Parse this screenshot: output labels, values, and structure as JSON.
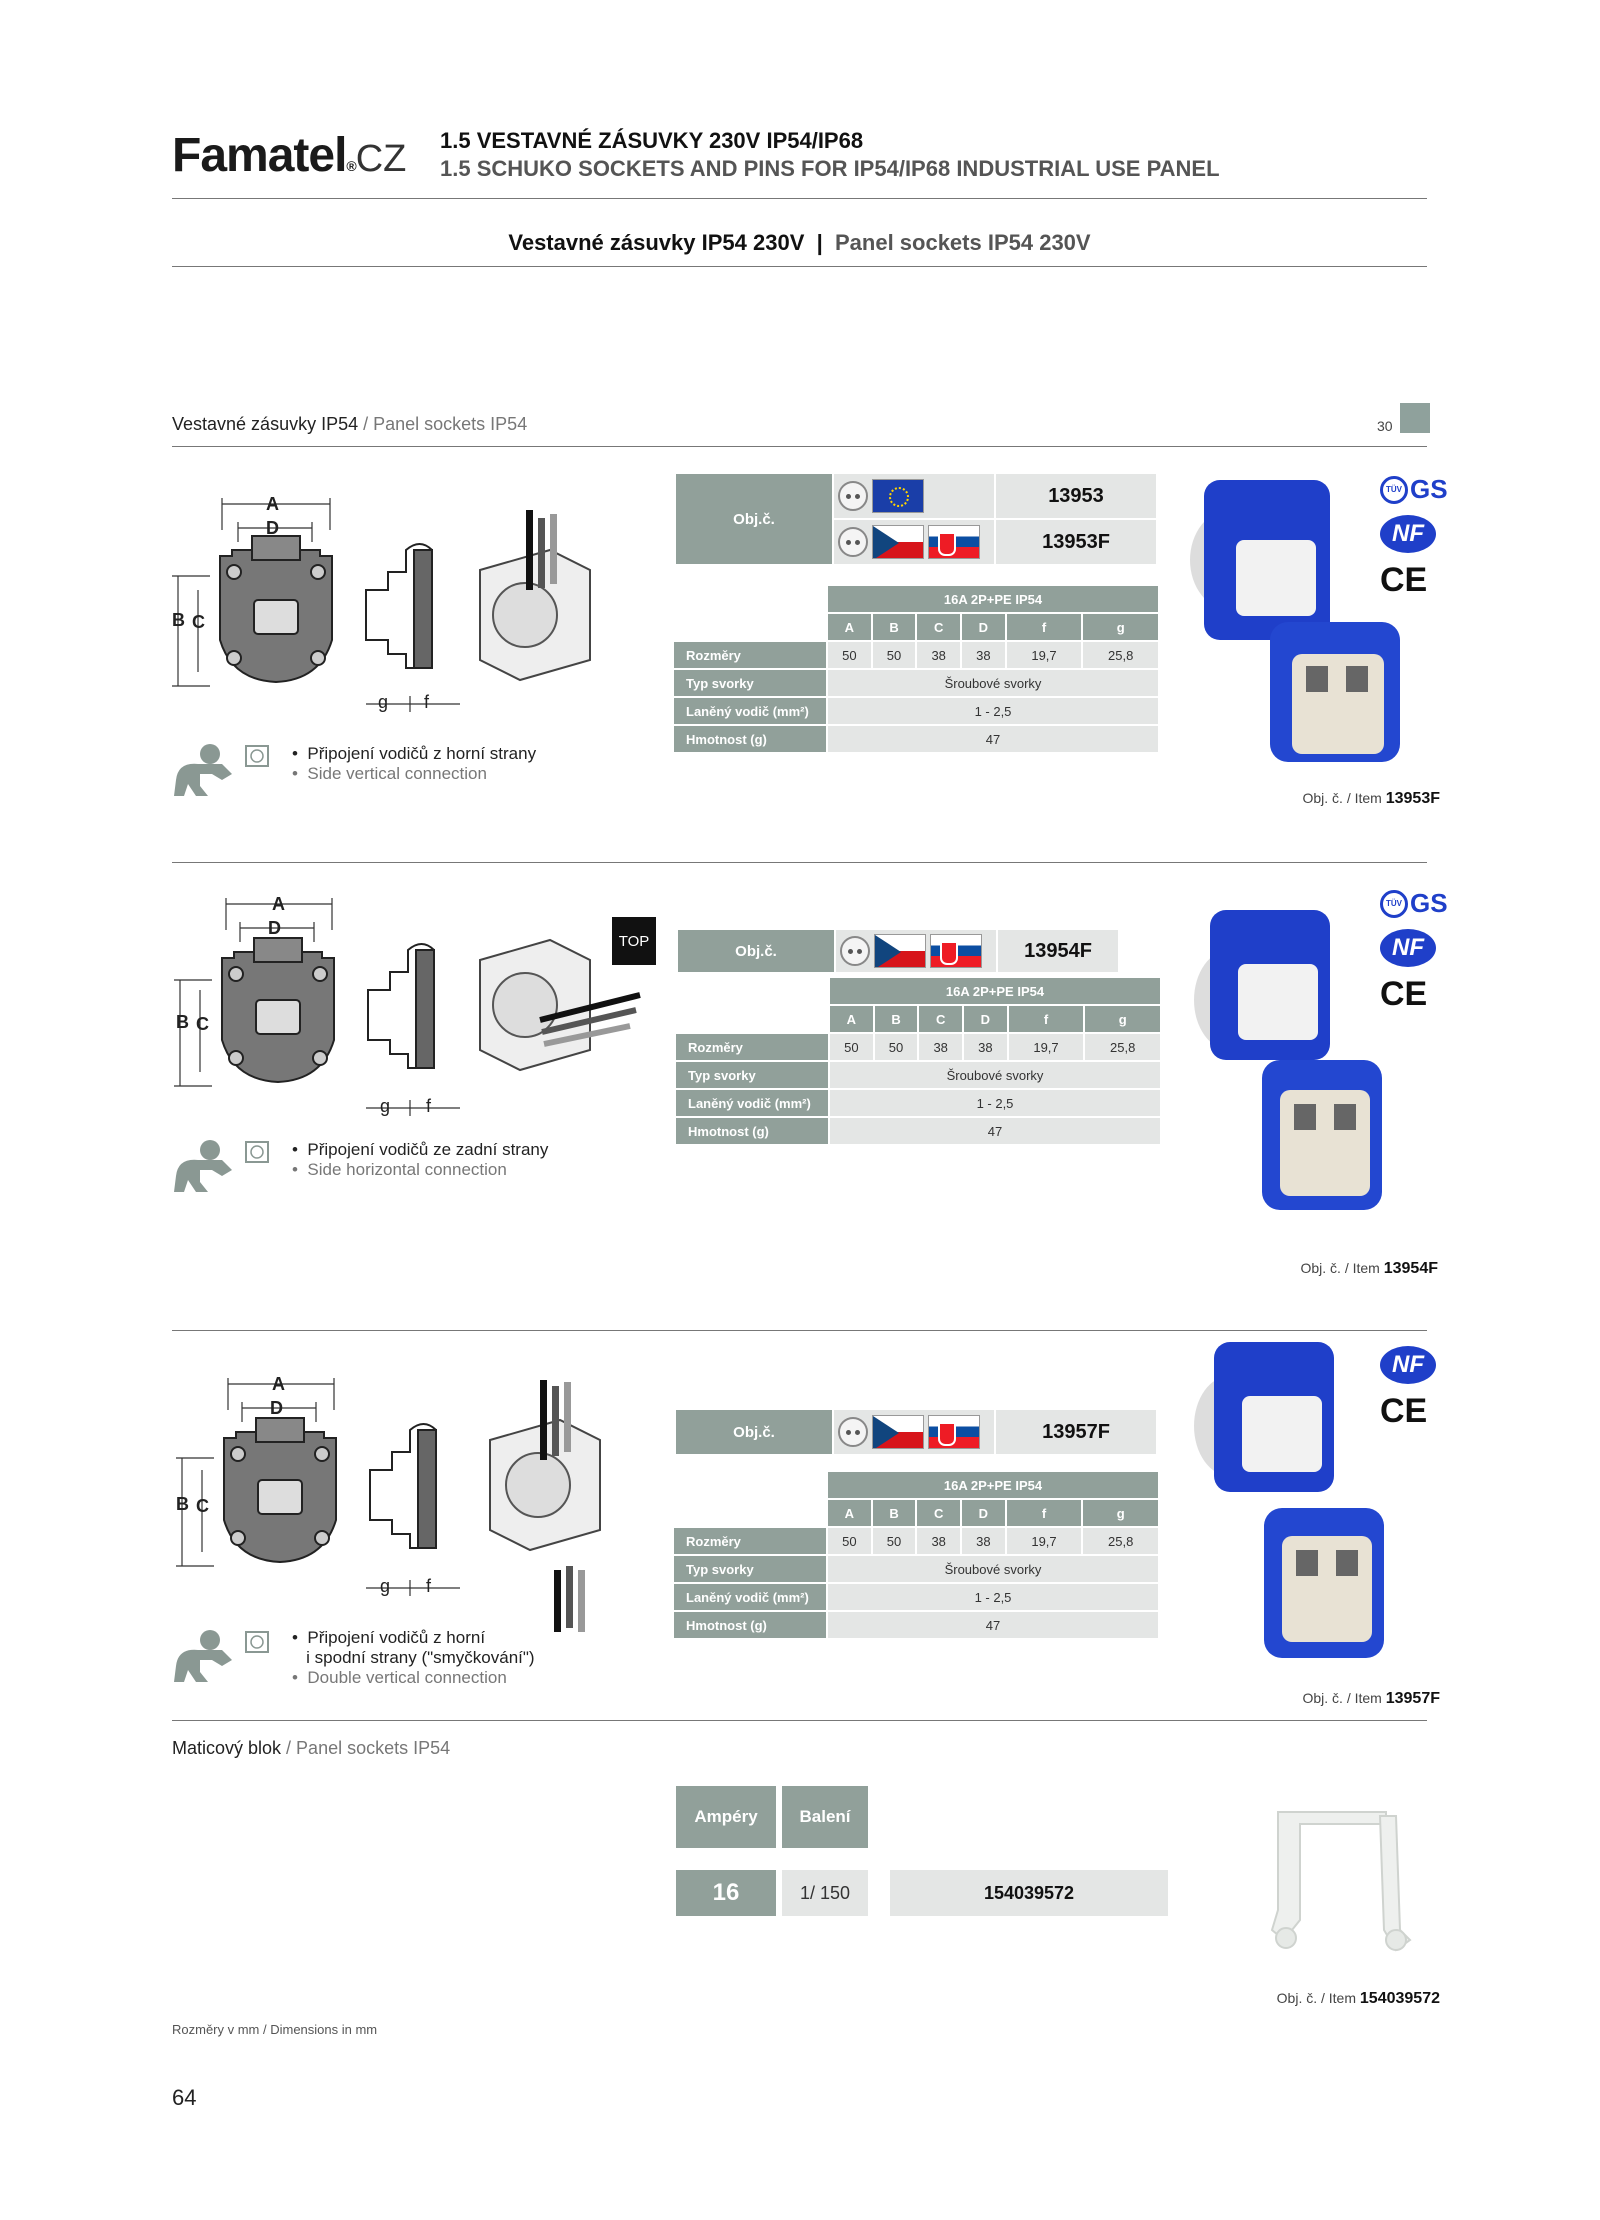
{
  "header": {
    "brand": "Famatel",
    "brand_suffix": "CZ",
    "title_cz": "1.5  VESTAVNÉ ZÁSUVKY 230V IP54/IP68",
    "title_en": "1.5  SCHUKO SOCKETS AND PINS FOR IP54/IP68 INDUSTRIAL USE PANEL"
  },
  "subtitle": {
    "cz": "Vestavné zásuvky IP54 230V",
    "sep": "  |  ",
    "en": "Panel sockets IP54 230V"
  },
  "section1": {
    "cz": "Vestavné zásuvky IP54",
    "en": " / Panel sockets IP54",
    "page": "30"
  },
  "labels": {
    "objc": "Obj.č.",
    "spec_head": "16A 2P+PE IP54",
    "cols": [
      "A",
      "B",
      "C",
      "D",
      "f",
      "g"
    ],
    "rows": [
      "Rozměry",
      "Typ svorky",
      "Laněný vodič (mm²)",
      "Hmotnost (g)"
    ],
    "top": "TOP",
    "dims": {
      "A": "A",
      "B": "B",
      "C": "C",
      "D": "D",
      "f": "f",
      "g": "g"
    },
    "item_prefix": "Obj. č. / Item "
  },
  "products": [
    {
      "codes": [
        "13953",
        "13953F"
      ],
      "dims": [
        "50",
        "50",
        "38",
        "38",
        "19,7",
        "25,8"
      ],
      "terminal": "Šroubové svorky",
      "wire": "1 - 2,5",
      "weight": "47",
      "bullet_cz": "Připojení vodičů z horní strany",
      "bullet_en": "Side vertical connection",
      "item": "13953F"
    },
    {
      "codes": [
        "13954F"
      ],
      "dims": [
        "50",
        "50",
        "38",
        "38",
        "19,7",
        "25,8"
      ],
      "terminal": "Šroubové svorky",
      "wire": "1 - 2,5",
      "weight": "47",
      "bullet_cz": "Připojení vodičů ze zadní strany",
      "bullet_en": "Side horizontal connection",
      "item": "13954F"
    },
    {
      "codes": [
        "13957F"
      ],
      "dims": [
        "50",
        "50",
        "38",
        "38",
        "19,7",
        "25,8"
      ],
      "terminal": "Šroubové svorky",
      "wire": "1 - 2,5",
      "weight": "47",
      "bullet_cz": "Připojení vodičů z horní",
      "bullet_cz2": "i spodní strany (\"smyčkování\")",
      "bullet_en": "Double vertical connection",
      "item": "13957F"
    }
  ],
  "certs": {
    "tuv": "TÜV",
    "gs": "GS",
    "nf": "NF",
    "ce": "CE"
  },
  "section2": {
    "cz": "Maticový blok",
    "en": " / Panel sockets IP54",
    "col1": "Ampéry",
    "col2": "Balení",
    "amp": "16",
    "pack": "1/ 150",
    "code": "154039572",
    "item": "154039572"
  },
  "footer": {
    "note_cz": "Rozměry v mm",
    "note_en": " / Dimensions in mm",
    "page": "64"
  },
  "colors": {
    "table_header": "#91a09a",
    "cell": "#e4e6e5",
    "socket_blue": "#1f3fc9"
  }
}
